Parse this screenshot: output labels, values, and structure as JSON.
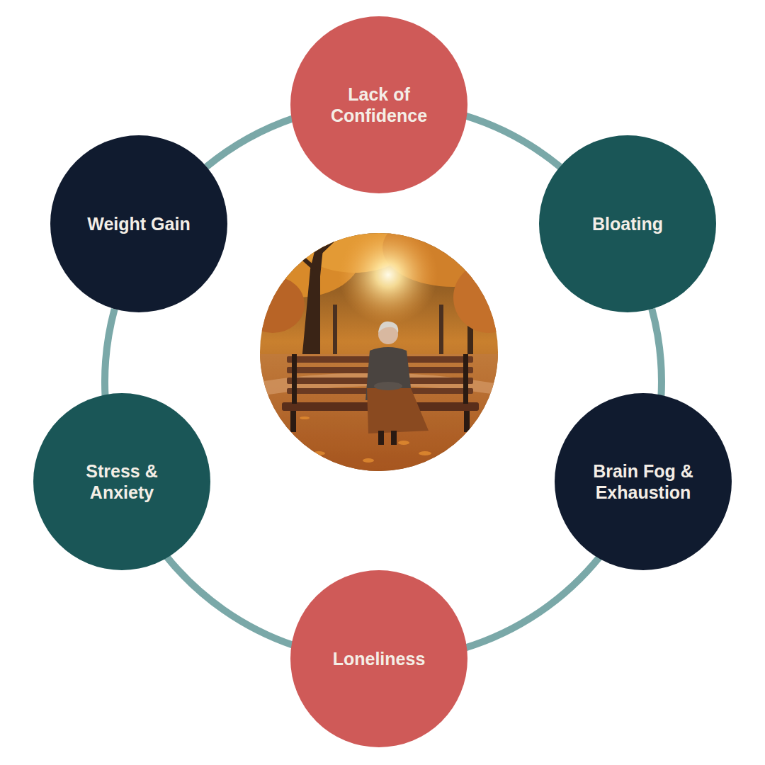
{
  "diagram": {
    "nodes": [
      {
        "text": [
          "Lack of Confidence"
        ]
      },
      {
        "text": [
          "Bloating"
        ]
      },
      {
        "text": [
          "Brain Fog & Exhaustion"
        ]
      },
      {
        "text": [
          "Loneliness"
        ]
      },
      {
        "text": [
          "Stress & Anxiety"
        ]
      },
      {
        "text": [
          "Weight Gain"
        ]
      }
    ],
    "edges": [
      {
        "from": 0,
        "to": 1,
        "arrow": "none"
      },
      {
        "from": 1,
        "to": 2,
        "arrow": "none"
      },
      {
        "from": 2,
        "to": 3,
        "arrow": "none"
      },
      {
        "from": 3,
        "to": 4,
        "arrow": "none"
      },
      {
        "from": 4,
        "to": 5,
        "arrow": "none"
      },
      {
        "from": 5,
        "to": 0,
        "arrow": "none"
      }
    ]
  }
}
